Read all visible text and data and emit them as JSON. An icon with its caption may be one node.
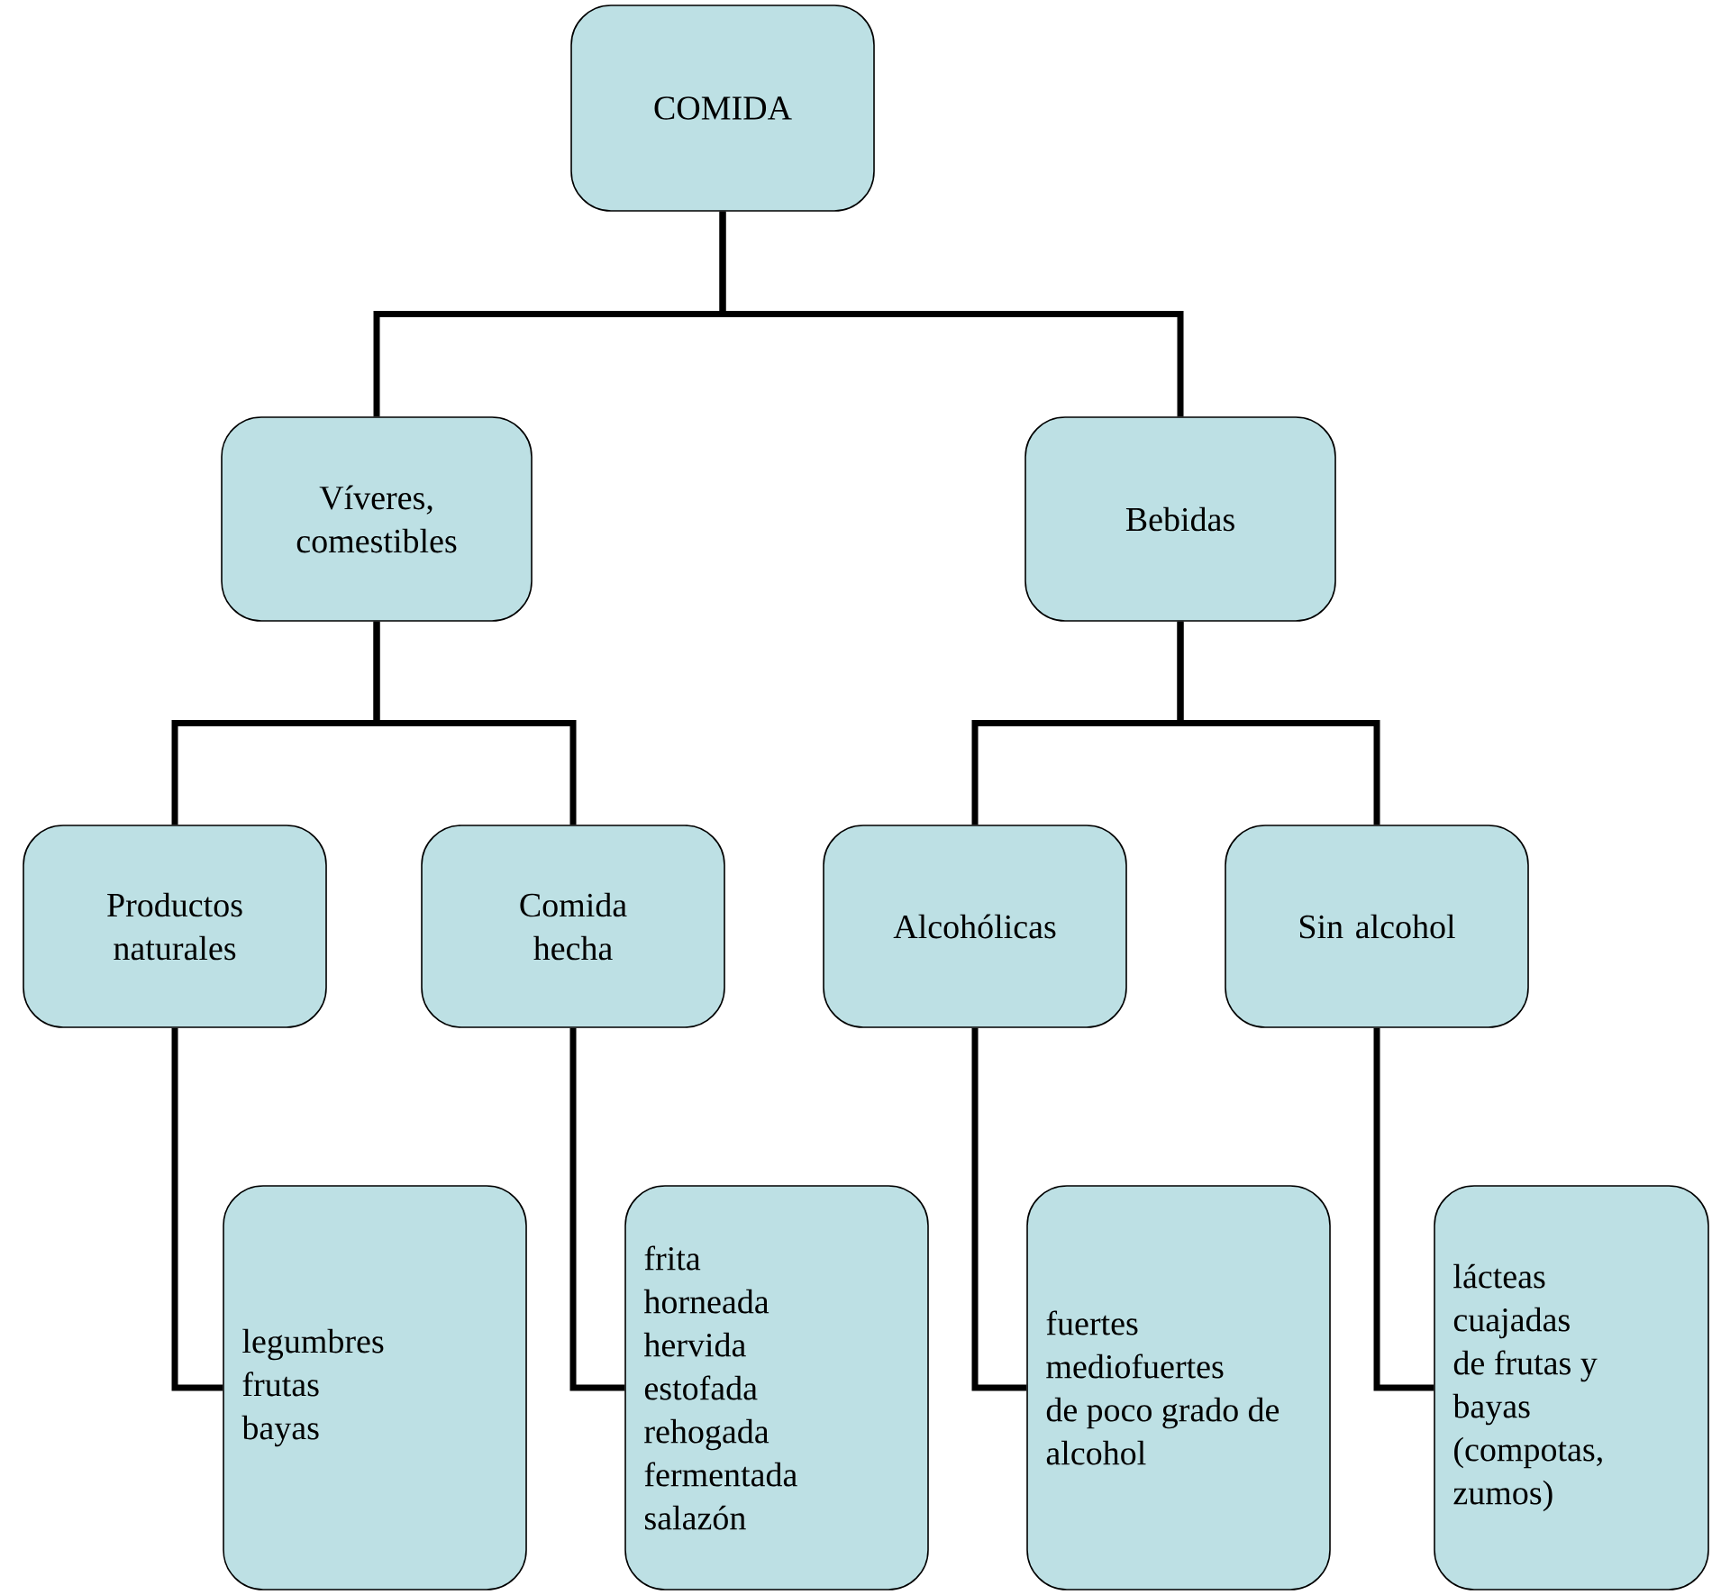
{
  "diagram": {
    "nodes": [
      {
        "text": [
          "COMIDA"
        ]
      },
      {
        "text": [
          "Víveres, comestibles"
        ]
      },
      {
        "text": [
          "Bebidas"
        ]
      },
      {
        "text": [
          "Productos naturales"
        ]
      },
      {
        "text": [
          "Comida hecha"
        ]
      },
      {
        "text": [
          "Alcohólicas"
        ]
      },
      {
        "text": [
          "Sin alcohol"
        ]
      },
      {
        "text": [
          "legumbres",
          "frutas",
          "bayas"
        ]
      },
      {
        "text": [
          "frita",
          "horneada",
          "hervida",
          "estofada",
          "rehogada",
          "fermentada",
          "salazón"
        ]
      },
      {
        "text": [
          "fuertes",
          "mediofuertes",
          "de poco grado de alcohol"
        ]
      },
      {
        "text": [
          "lácteas",
          "cuajadas",
          "de frutas y bayas",
          "(compotas, zumos)"
        ]
      }
    ],
    "edges": [
      {
        "from": 0,
        "to": 1,
        "arrow": "none"
      },
      {
        "from": 0,
        "to": 2,
        "arrow": "none"
      },
      {
        "from": 1,
        "to": 3,
        "arrow": "none"
      },
      {
        "from": 1,
        "to": 4,
        "arrow": "none"
      },
      {
        "from": 2,
        "to": 5,
        "arrow": "none"
      },
      {
        "from": 2,
        "to": 6,
        "arrow": "none"
      },
      {
        "from": 3,
        "to": 7,
        "arrow": "none"
      },
      {
        "from": 4,
        "to": 8,
        "arrow": "none"
      },
      {
        "from": 5,
        "to": 9,
        "arrow": "none"
      },
      {
        "from": 6,
        "to": 10,
        "arrow": "none"
      }
    ]
  }
}
